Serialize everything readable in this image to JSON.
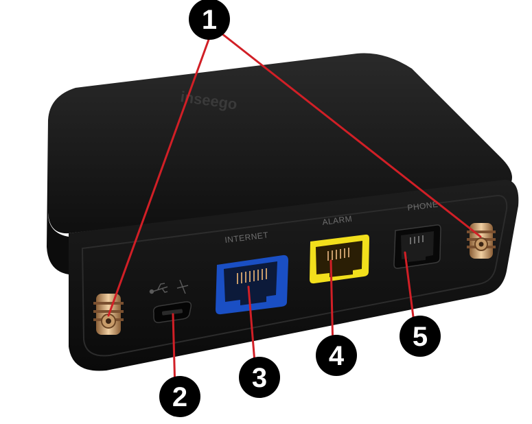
{
  "device": {
    "brand": "inseego",
    "ports": {
      "internet_label": "INTERNET",
      "alarm_label": "ALARM",
      "phone_label": "PHONE"
    },
    "colors": {
      "body": "#161616",
      "internet_port": "#1a4fc4",
      "alarm_port": "#f2df1c",
      "antenna_connector": "#c89c6a",
      "callout_line": "#d11f26",
      "callout_circle": "#000000"
    }
  },
  "callouts": [
    {
      "number": "1",
      "target": "antenna connectors"
    },
    {
      "number": "2",
      "target": "micro USB port"
    },
    {
      "number": "3",
      "target": "INTERNET port"
    },
    {
      "number": "4",
      "target": "ALARM port"
    },
    {
      "number": "5",
      "target": "PHONE port"
    }
  ]
}
